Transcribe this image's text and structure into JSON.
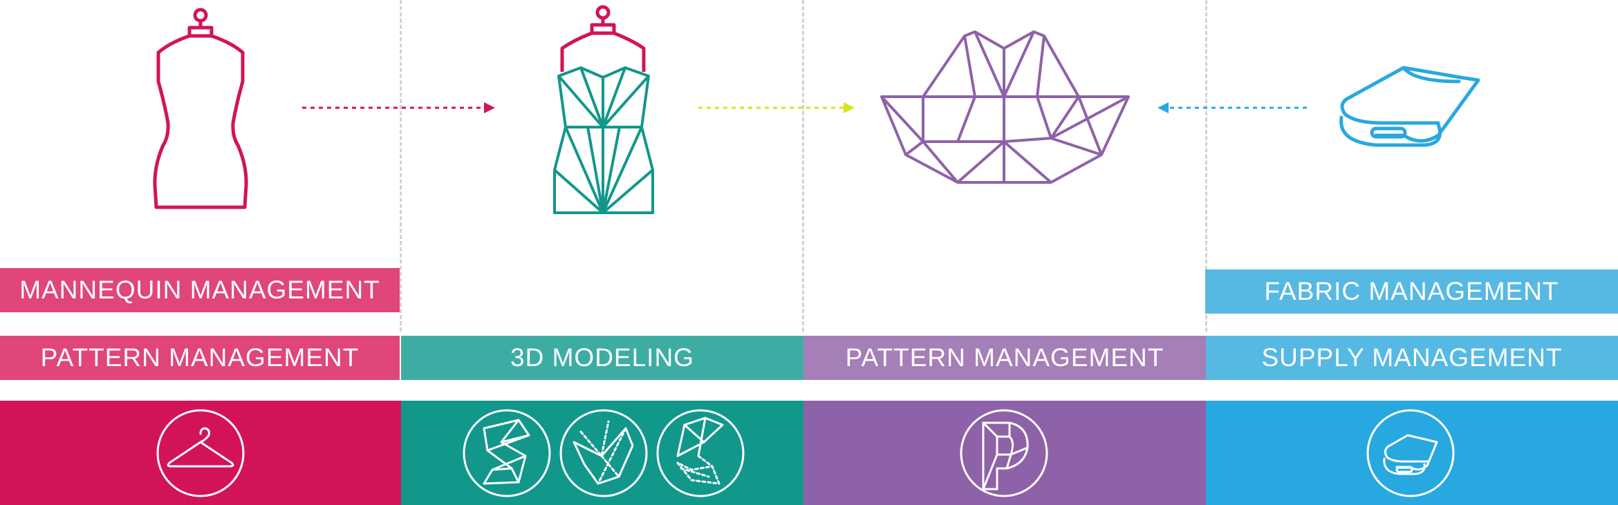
{
  "labels": {
    "mannequin_management": "MANNEQUIN MANAGEMENT",
    "fabric_management": "FABRIC MANAGEMENT",
    "col1_pattern_management": "PATTERN MANAGEMENT",
    "col2_3d_modeling": "3D MODELING",
    "col3_pattern_management": "PATTERN MANAGEMENT",
    "col4_supply_management": "SUPPLY MANAGEMENT"
  },
  "colors": {
    "pink_light": "#e0457c",
    "pink_dark": "#d31359",
    "teal_light": "#3dada4",
    "teal_dark": "#12978b",
    "purple_light": "#a57fb8",
    "purple_dark": "#8e62a8",
    "blue_light": "#56b9e3",
    "blue_dark": "#28a8e0",
    "divider": "#d2d2d2",
    "arrow_yellow": "#d8e31f"
  },
  "icons": {
    "col1": "hanger-icon",
    "col2": [
      "s-polygon-icon",
      "bird-polygon-icon",
      "crane-polygon-icon"
    ],
    "col3": "p-polygon-icon",
    "col4": "fabric-roll-icon"
  }
}
